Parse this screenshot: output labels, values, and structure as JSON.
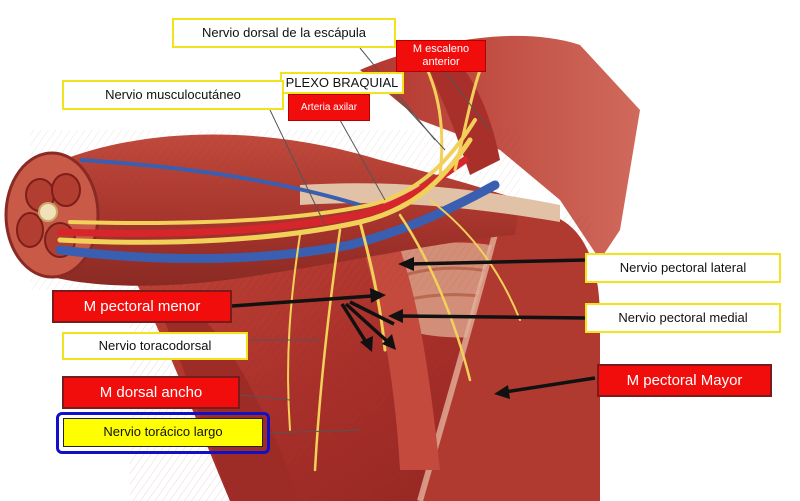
{
  "labels": {
    "nervio_dorsal_escapula": "Nervio dorsal de la escápula",
    "m_escaleno_anterior": "M  escaleno anterior",
    "plexo_braquial": "PLEXO BRAQUIAL",
    "arteria_axilar": "Arteria axilar",
    "nervio_musculocutaneo": "Nervio musculocutáneo",
    "nervio_pectoral_lateral": "Nervio pectoral lateral",
    "m_pectoral_menor": "M  pectoral menor",
    "nervio_pectoral_medial": "Nervio pectoral medial",
    "nervio_toracodorsal": "Nervio toracodorsal",
    "m_dorsal_ancho": "M  dorsal ancho",
    "m_pectoral_mayor": "M  pectoral Mayor",
    "nervio_toracico_largo": "Nervio torácico largo"
  },
  "colors": {
    "label_red": "#f20d0d",
    "label_frame_yellow": "#f2e41c",
    "highlight_yellow": "#ffff00",
    "highlight_ring_blue": "#1010c8",
    "muscle": "#b8382c",
    "nerve": "#f2d15a",
    "artery": "#d7262b",
    "vein": "#3a5fb0"
  }
}
